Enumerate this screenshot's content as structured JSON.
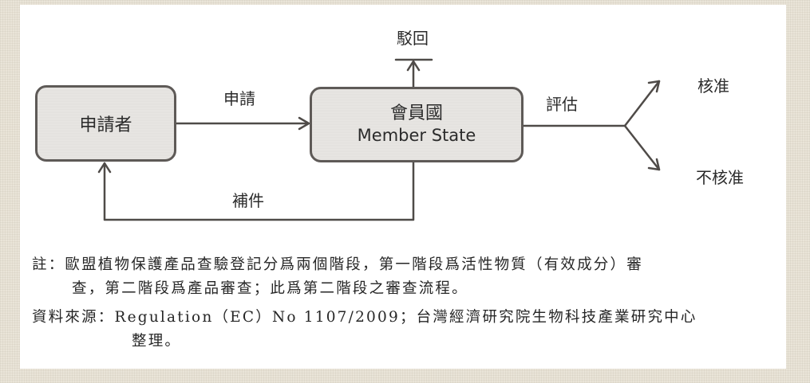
{
  "diagram": {
    "nodes": {
      "applicant": {
        "label": "申請者"
      },
      "member_state": {
        "label_zh": "會員國",
        "label_en": "Member State"
      }
    },
    "edges": {
      "apply": {
        "label": "申請",
        "from": "applicant",
        "to": "member_state"
      },
      "supplement": {
        "label": "補件",
        "from": "member_state",
        "to": "applicant"
      },
      "reject": {
        "label": "駁回",
        "from": "member_state"
      },
      "evaluate": {
        "label": "評估",
        "from": "member_state"
      }
    },
    "outcomes": {
      "approve": "核准",
      "not_approve": "不核准"
    },
    "colors": {
      "stroke": "#5e5a57",
      "box_fill": "#e9e7e4",
      "page": "#ffffff",
      "background": "#e9e4d8"
    }
  },
  "notes": {
    "note_line1": "註：歐盟植物保護產品查驗登記分爲兩個階段，第一階段爲活性物質（有效成分）審",
    "note_line2": "查，第二階段爲產品審查；此爲第二階段之審查流程。",
    "source_line1": "資料來源：Regulation（EC）No 1107/2009；台灣經濟研究院生物科技產業研究中心",
    "source_line2": "整理。"
  }
}
